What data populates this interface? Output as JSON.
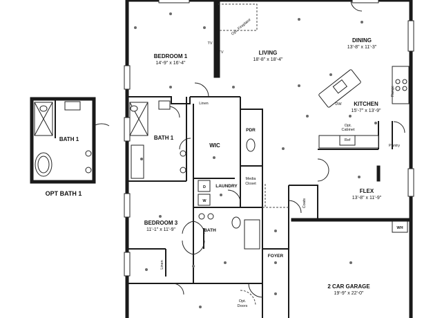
{
  "rooms": {
    "bedroom1": {
      "name": "BEDROOM 1",
      "dims": "14'-9\" x 16'-4\""
    },
    "living": {
      "name": "LIVING",
      "dims": "18'-8\" x 18'-4\""
    },
    "dining": {
      "name": "DINING",
      "dims": "13'-8\" x 11'-3\""
    },
    "kitchen": {
      "name": "KITCHEN",
      "dims": "15'-7\" x 13'-9\""
    },
    "flex": {
      "name": "FLEX",
      "dims": "13'-8\" x 11'-9\""
    },
    "bedroom3": {
      "name": "BEDROOM 3",
      "dims": "11'-1\" x 11'-9\""
    },
    "garage": {
      "name": "2 CAR GARAGE",
      "dims": "19'-9\" x 22'-0\""
    },
    "bath1": {
      "name": "BATH 1"
    },
    "bath1_opt": {
      "name": "BATH 1"
    },
    "bath": {
      "name": "BATH"
    },
    "wic": {
      "name": "WIC"
    },
    "pdr": {
      "name": "PDR"
    },
    "laundry": {
      "name": "LAUNDRY"
    },
    "foyer": {
      "name": "FOYER"
    }
  },
  "labels": {
    "opt_bath1": "OPT BATH 1",
    "linen_top": "Linen",
    "linen_side": "Linen",
    "tv1": "TV",
    "tv2": "TV",
    "fireplace": "Opt. Fireplace",
    "media1": "Media",
    "media2": "Closet",
    "d": "D",
    "w": "W",
    "range": "Range",
    "dw": "DW",
    "opt_cabinet1": "Opt.",
    "opt_cabinet2": "Cabinet",
    "ref": "Ref",
    "pantry": "Pantry",
    "coats": "Coats",
    "wh": "WH",
    "opt_doors1": "Opt.",
    "opt_doors2": "Doors"
  }
}
